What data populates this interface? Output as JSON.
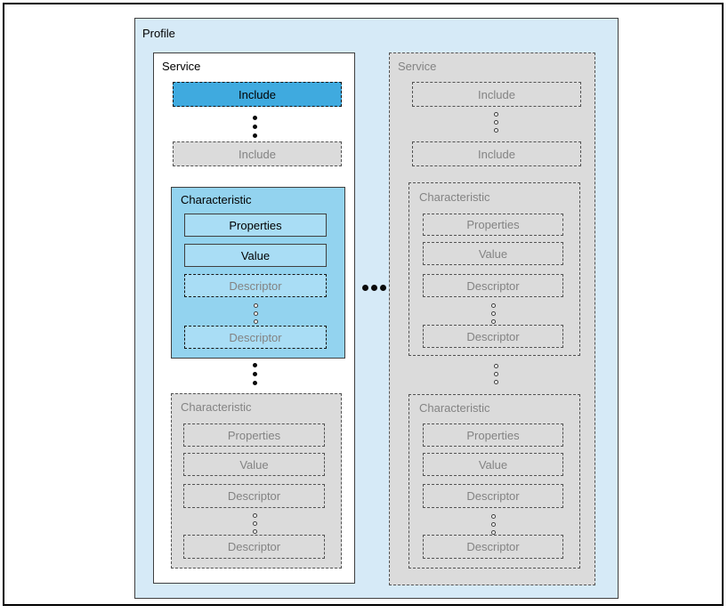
{
  "colors": {
    "profile_bg": "#D6EAF7",
    "highlight_include_bg": "#3FAADF",
    "highlight_characteristic_bg": "#93D3EF",
    "highlight_inner_bg": "#A9DDF5",
    "faded_bg": "#DBDBDB",
    "faded_text": "#838383",
    "active_text": "#000000",
    "frame_border": "#000000"
  },
  "icons": {
    "more_services_horizontal": "horizontal-dots-icon",
    "more_items_vertical_solid": "vertical-dots-icon",
    "more_items_vertical_hollow": "vertical-circles-icon"
  },
  "profile": {
    "label": "Profile",
    "service_active": {
      "label": "Service",
      "include_active": "Include",
      "include_faded": "Include",
      "characteristic_active": {
        "label": "Characteristic",
        "properties": "Properties",
        "value": "Value",
        "descriptor_first": "Descriptor",
        "descriptor_last": "Descriptor"
      },
      "characteristic_faded": {
        "label": "Characteristic",
        "properties": "Properties",
        "value": "Value",
        "descriptor_first": "Descriptor",
        "descriptor_last": "Descriptor"
      }
    },
    "service_faded": {
      "label": "Service",
      "include_first": "Include",
      "include_last": "Include",
      "characteristic_first": {
        "label": "Characteristic",
        "properties": "Properties",
        "value": "Value",
        "descriptor_first": "Descriptor",
        "descriptor_last": "Descriptor"
      },
      "characteristic_last": {
        "label": "Characteristic",
        "properties": "Properties",
        "value": "Value",
        "descriptor_first": "Descriptor",
        "descriptor_last": "Descriptor"
      }
    }
  }
}
